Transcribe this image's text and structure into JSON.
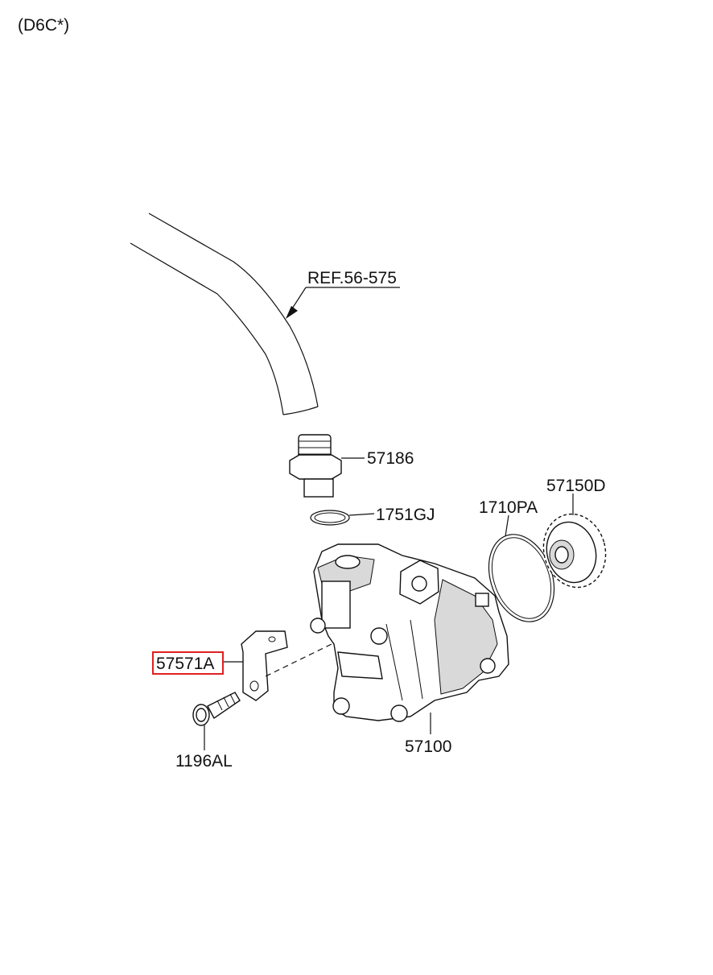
{
  "engine_code": "(D6C*)",
  "labels": {
    "ref": "REF.56-575",
    "fitting": "57186",
    "o_ring_small": "1751GJ",
    "o_ring_large": "1710PA",
    "gear": "57150D",
    "bracket": "57571A",
    "bolt": "1196AL",
    "pump": "57100"
  },
  "colors": {
    "highlight": "#e02020",
    "line": "#111111",
    "shade": "#d9d9d9"
  }
}
